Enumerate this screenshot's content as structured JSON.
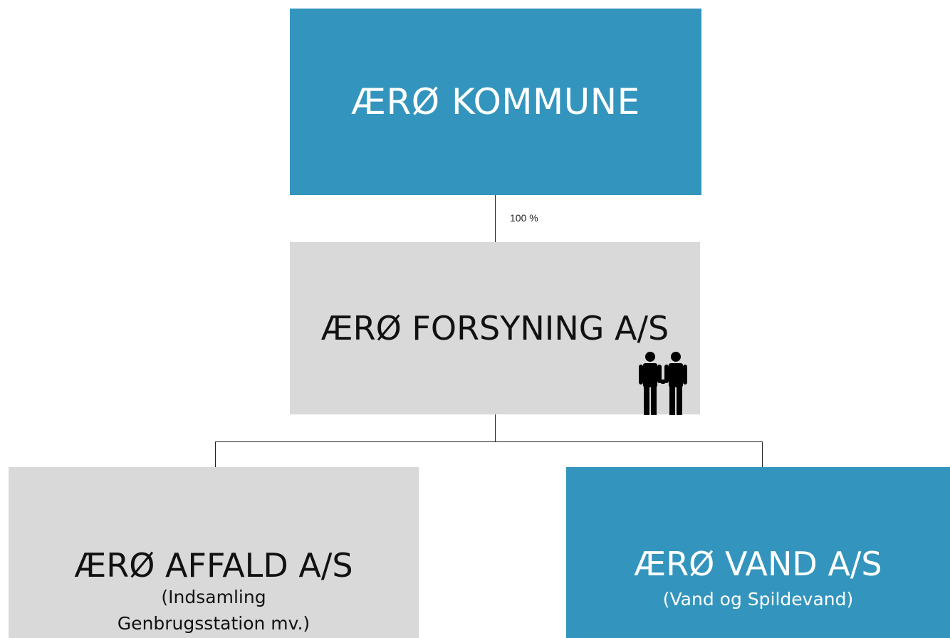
{
  "nodes": {
    "kommune": {
      "title": "ÆRØ KOMMUNE"
    },
    "forsyning": {
      "title": "ÆRØ FORSYNING A/S",
      "icon": "people-icon"
    },
    "affald": {
      "title": "ÆRØ AFFALD A/S",
      "subtitle_line1": "(Indsamling",
      "subtitle_line2": "Genbrugsstation mv.)"
    },
    "vand": {
      "title": "ÆRØ VAND A/S",
      "subtitle": "(Vand og Spildevand)"
    }
  },
  "edges": {
    "kommune_to_forsyning": {
      "label": "100 %"
    }
  },
  "colors": {
    "blue_box": "#3395bd",
    "grey_box": "#d9d9d9",
    "connector": "#222222"
  }
}
